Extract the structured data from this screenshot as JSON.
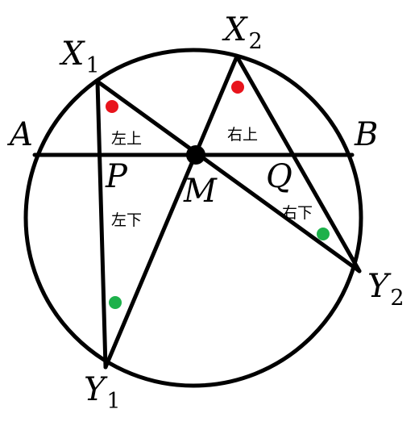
{
  "points": {
    "X1": {
      "letter": "X",
      "sub": "1"
    },
    "X2": {
      "letter": "X",
      "sub": "2"
    },
    "Y1": {
      "letter": "Y",
      "sub": "1"
    },
    "Y2": {
      "letter": "Y",
      "sub": "2"
    },
    "A": {
      "letter": "A",
      "sub": ""
    },
    "B": {
      "letter": "B",
      "sub": ""
    },
    "P": {
      "letter": "P",
      "sub": ""
    },
    "Q": {
      "letter": "Q",
      "sub": ""
    },
    "M": {
      "letter": "M",
      "sub": ""
    }
  },
  "regions": {
    "upper_left": "左上",
    "upper_right": "右上",
    "lower_left": "左下",
    "lower_right": "右下"
  },
  "colors": {
    "line": "#000000",
    "marker_red": "#e8141c",
    "marker_green": "#1db14b",
    "center_dot": "#000000"
  }
}
